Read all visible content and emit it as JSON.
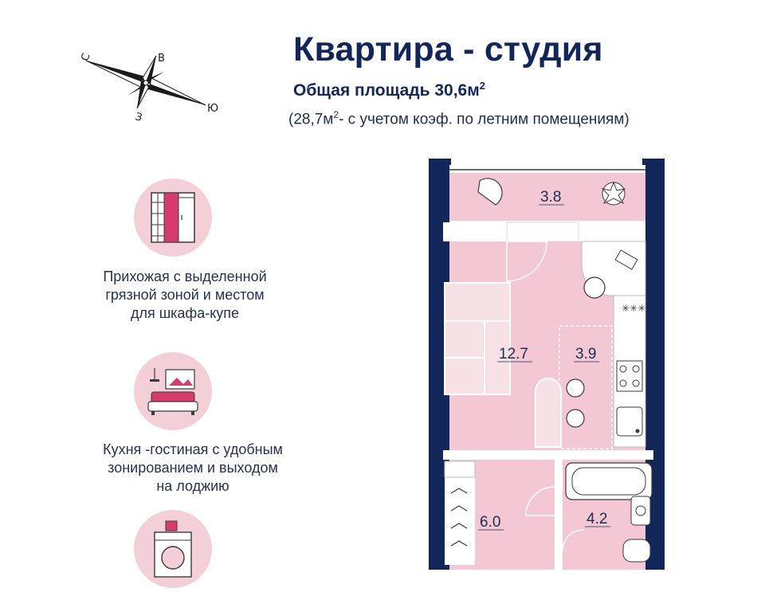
{
  "header": {
    "title": "Квартира - студия",
    "total_area_label": "Общая площадь 30,6м",
    "total_area_sup": "2",
    "coef_open": "(28,7м",
    "coef_sup": "2",
    "coef_rest": "- с учетом коэф. по летним помещениям)"
  },
  "compass": {
    "north": "С",
    "east": "В",
    "south": "Ю",
    "west": "З"
  },
  "features": [
    {
      "icon": "wardrobe-icon",
      "lines": [
        "Прихожая с выделенной",
        "грязной зоной  и местом",
        "для шкафа-купе"
      ]
    },
    {
      "icon": "living-room-icon",
      "lines": [
        "Кухня -гостиная с удобным",
        "зонированием и выходом",
        "на лоджию"
      ]
    },
    {
      "icon": "washing-machine-icon",
      "lines": []
    }
  ],
  "plan": {
    "rooms": [
      {
        "name": "loggia",
        "area": "3.8"
      },
      {
        "name": "living-room",
        "area": "12.7"
      },
      {
        "name": "kitchen",
        "area": "3.9"
      },
      {
        "name": "hallway",
        "area": "6.0"
      },
      {
        "name": "bathroom",
        "area": "4.2"
      }
    ]
  },
  "colors": {
    "navy": "#12265a",
    "room_pink": "#f3c7d3",
    "accent_pink": "#d63c6b"
  }
}
